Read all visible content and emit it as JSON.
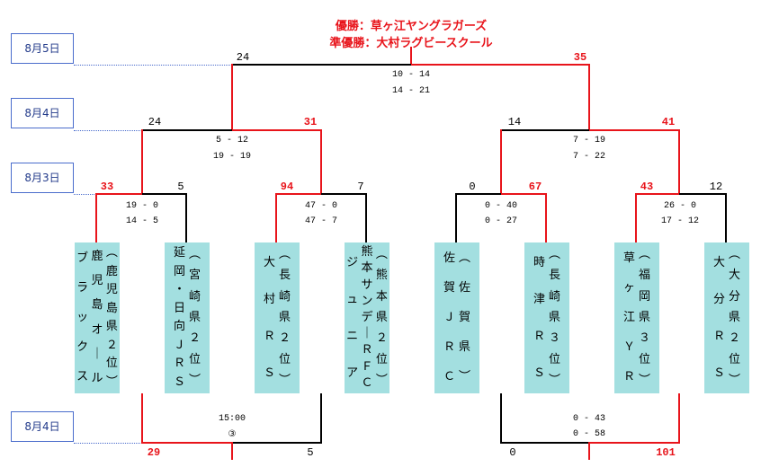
{
  "title": {
    "winner": "優勝：草ヶ江ヤングラガーズ",
    "runner_up": "準優勝：大村ラグビースクール"
  },
  "dates": {
    "final": "8月5日",
    "semi": "8月4日",
    "quarter": "8月3日",
    "placement": "8月4日"
  },
  "final": {
    "left_score": "24",
    "right_score": "35",
    "halves": [
      "10 - 14",
      "14 - 21"
    ]
  },
  "semis": [
    {
      "left_score": "24",
      "right_score": "31",
      "halves": [
        "5 - 12",
        "19 - 19"
      ]
    },
    {
      "left_score": "14",
      "right_score": "41",
      "halves": [
        "7 - 19",
        "7 - 22"
      ]
    }
  ],
  "quarters": [
    {
      "left_score": "33",
      "right_score": "5",
      "halves": [
        "19 - 0",
        "14 - 5"
      ]
    },
    {
      "left_score": "94",
      "right_score": "7",
      "halves": [
        "47 - 0",
        "47 - 7"
      ]
    },
    {
      "left_score": "0",
      "right_score": "67",
      "halves": [
        "0 - 40",
        "0 - 27"
      ]
    },
    {
      "left_score": "43",
      "right_score": "12",
      "halves": [
        "26 - 0",
        "17 - 12"
      ]
    }
  ],
  "placement": [
    {
      "left_score": "29",
      "right_score": "5",
      "info": [
        "15:00",
        "③"
      ]
    },
    {
      "left_score": "0",
      "right_score": "101",
      "info": [
        "0 - 43",
        "0 - 58"
      ]
    }
  ],
  "teams": [
    {
      "cols": [
        "（鹿児島県２位）",
        "鹿児島オール",
        "ブラックス"
      ]
    },
    {
      "cols": [
        "（宮崎県２位）",
        "延岡・日向ＪＲＳ"
      ]
    },
    {
      "cols": [
        "（長崎県２位）",
        "大村ＲＳ"
      ]
    },
    {
      "cols": [
        "（熊本県２位）",
        "熊本サンデーＲＦＣ",
        "ジュニア"
      ]
    },
    {
      "cols": [
        "（佐賀県）",
        "佐賀ＪＲＣ"
      ]
    },
    {
      "cols": [
        "（長崎県３位）",
        "時津ＲＳ"
      ]
    },
    {
      "cols": [
        "（福岡県３位）",
        "草ヶ江ＹＲ"
      ]
    },
    {
      "cols": [
        "（大分県２位）",
        "大分ＲＳ"
      ]
    }
  ],
  "colors": {
    "winner": "#e8141b",
    "loser": "#000000",
    "team_box": "#a3dfe0",
    "date_border": "#4a6ccc"
  }
}
